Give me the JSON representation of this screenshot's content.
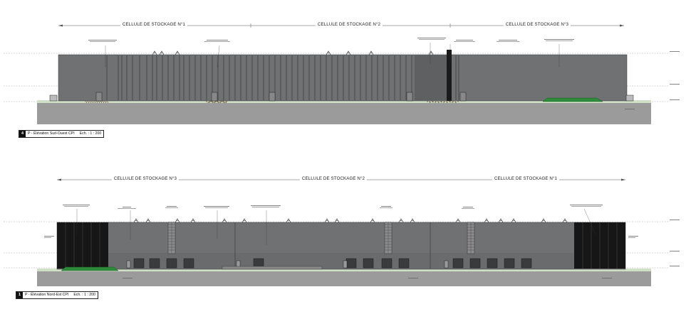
{
  "elevations": [
    {
      "id": "sud-ouest",
      "number": "4",
      "caption": "P - Élévation Sud-Ouest CPI",
      "scale": "Ech. : 1 : 200",
      "cells": [
        "CELLULE DE STOCKAGE N°1",
        "CELLULE DE STOCKAGE N°2",
        "CELLULE DE STOCKAGE N°3"
      ]
    },
    {
      "id": "nord-est",
      "number": "1",
      "caption": "P - Élévation Nord-Est CPI",
      "scale": "Ech. : 1 : 200",
      "cells": [
        "CELLULE DE STOCKAGE N°3",
        "CELLULE DE STOCKAGE N°2",
        "CELLULE DE STOCKAGE N°1"
      ]
    }
  ],
  "colors": {
    "facade": "#6f7072",
    "facade_dark": "#5a5b5d",
    "ground": "#9a9a9a",
    "strip": "#c9d9c3",
    "green": "#2f8a3c",
    "black": "#111111"
  }
}
